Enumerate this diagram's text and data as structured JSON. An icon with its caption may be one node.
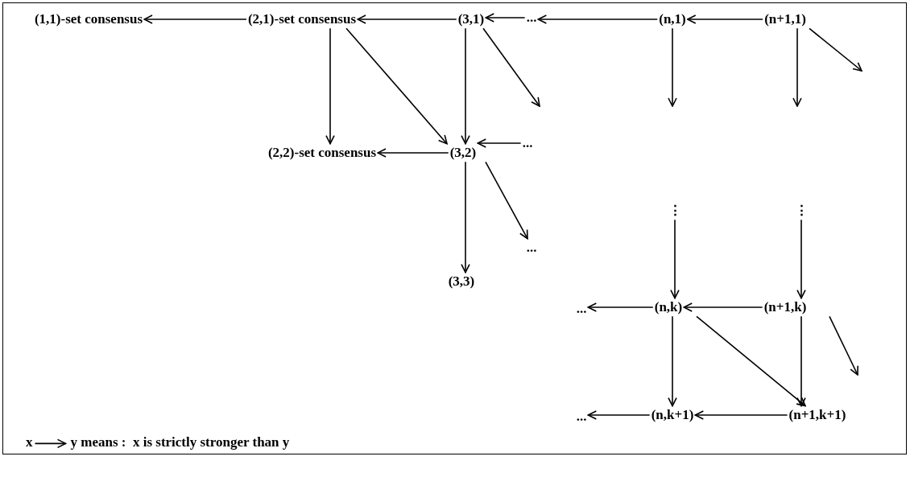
{
  "diagram": {
    "nodes": [
      {
        "text": [
          "(1,1)-set consensus"
        ]
      },
      {
        "text": [
          "(2,1)-set consensus"
        ]
      },
      {
        "text": [
          "(3,1)"
        ]
      },
      {
        "text": [
          "..."
        ]
      },
      {
        "text": [
          "(n,1)"
        ]
      },
      {
        "text": [
          "(n+1,1)"
        ]
      },
      {
        "text": [
          "(2,2)-set consensus"
        ]
      },
      {
        "text": [
          "(3,2)"
        ]
      },
      {
        "text": [
          "..."
        ]
      },
      {
        "text": [
          "..."
        ]
      },
      {
        "text": [
          "(3,3)"
        ]
      },
      {
        "text": [
          "⋮"
        ]
      },
      {
        "text": [
          "⋮"
        ]
      },
      {
        "text": [
          "..."
        ]
      },
      {
        "text": [
          "(n,k)"
        ]
      },
      {
        "text": [
          "(n+1,k)"
        ]
      },
      {
        "text": [
          "..."
        ]
      },
      {
        "text": [
          "(n,k+1)"
        ]
      },
      {
        "text": [
          "(n+1,k+1)"
        ]
      }
    ],
    "edges": [
      {
        "from": 1,
        "to": 0,
        "arrow": "to"
      },
      {
        "from": 2,
        "to": 1,
        "arrow": "to"
      },
      {
        "from": 3,
        "to": 2,
        "arrow": "to"
      },
      {
        "from": 4,
        "to": 3,
        "arrow": "to"
      },
      {
        "from": 5,
        "to": 4,
        "arrow": "to"
      },
      {
        "from": 1,
        "to": 6,
        "arrow": "to"
      },
      {
        "from": 1,
        "to": 7,
        "arrow": "to"
      },
      {
        "from": 2,
        "to": 7,
        "arrow": "to"
      },
      {
        "from": 2,
        "to": null,
        "arrow": "to"
      },
      {
        "from": 4,
        "to": null,
        "arrow": "to"
      },
      {
        "from": 5,
        "to": null,
        "arrow": "to"
      },
      {
        "from": 5,
        "to": null,
        "arrow": "to"
      },
      {
        "from": 7,
        "to": 6,
        "arrow": "to"
      },
      {
        "from": 8,
        "to": 7,
        "arrow": "to"
      },
      {
        "from": 7,
        "to": 10,
        "arrow": "to"
      },
      {
        "from": 7,
        "to": 9,
        "arrow": "to"
      },
      {
        "from": 11,
        "to": 14,
        "arrow": "to"
      },
      {
        "from": 12,
        "to": 15,
        "arrow": "to"
      },
      {
        "from": 14,
        "to": 13,
        "arrow": "to"
      },
      {
        "from": 15,
        "to": 14,
        "arrow": "to"
      },
      {
        "from": 15,
        "to": null,
        "arrow": "to"
      },
      {
        "from": 14,
        "to": 18,
        "arrow": "to"
      },
      {
        "from": 14,
        "to": 17,
        "arrow": "to"
      },
      {
        "from": 15,
        "to": 18,
        "arrow": "to"
      },
      {
        "from": 17,
        "to": 16,
        "arrow": "to"
      },
      {
        "from": 18,
        "to": 17,
        "arrow": "to"
      }
    ],
    "labels": [
      "x",
      "y means :  x is strictly stronger than y"
    ]
  }
}
